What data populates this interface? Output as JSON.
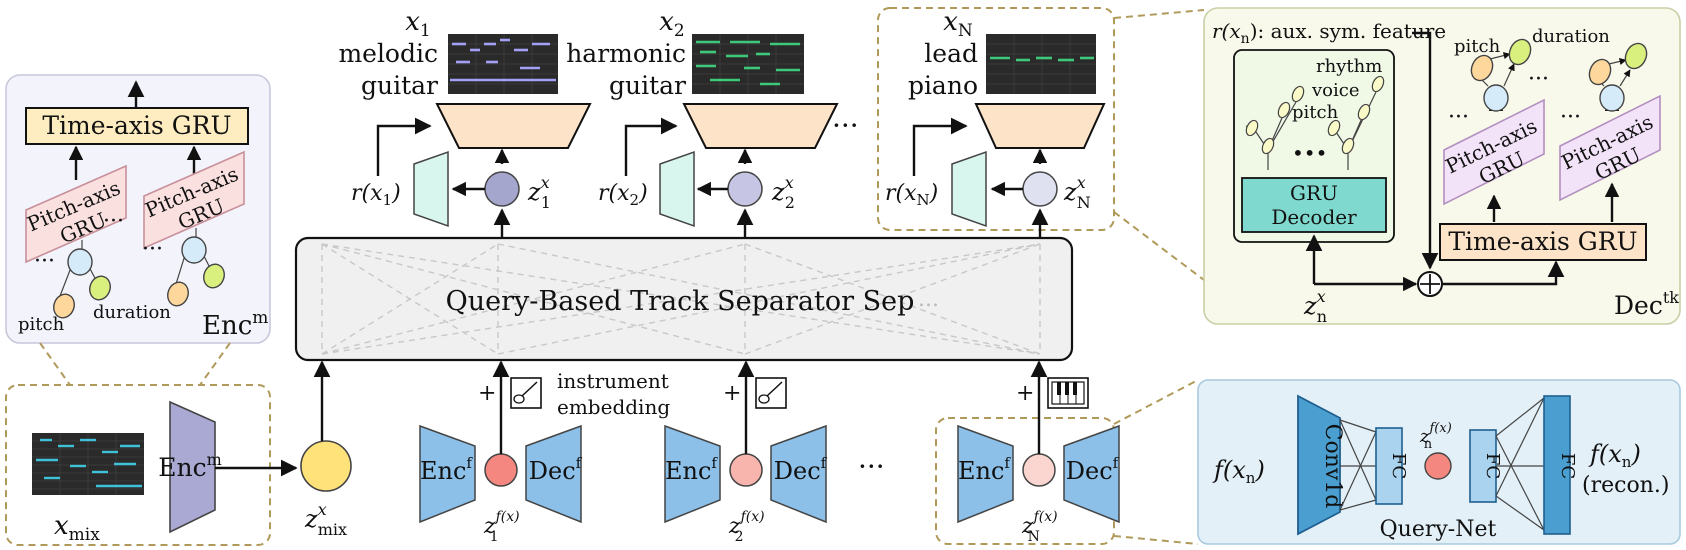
{
  "separator": {
    "label": "Query-Based Track Separator Sep",
    "ellipsis": "..."
  },
  "tracks": [
    {
      "x_main": "x",
      "x_sub": "1",
      "label_line1": "melodic",
      "label_line2": "guitar",
      "r_fn": "r(x",
      "r_sub": "1",
      "z_main": "z",
      "z_sub": "1",
      "z_sup": "x",
      "f_sub": "1",
      "f_sup": "f(x)"
    },
    {
      "x_main": "x",
      "x_sub": "2",
      "label_line1": "harmonic",
      "label_line2": "guitar",
      "r_fn": "r(x",
      "r_sub": "2",
      "z_main": "z",
      "z_sub": "2",
      "z_sup": "x",
      "f_sub": "2",
      "f_sup": "f(x)"
    },
    {
      "x_main": "x",
      "x_sub": "N",
      "label_line1": "lead",
      "label_line2": "piano",
      "r_fn": "r(x",
      "r_sub": "N",
      "z_main": "z",
      "z_sub": "N",
      "z_sup": "x",
      "f_sub": "N",
      "f_sup": "f(x)"
    }
  ],
  "top_ellipsis": "···",
  "bottom_ellipsis": "···",
  "enc_f": {
    "main": "Enc",
    "sup": "f"
  },
  "dec_f": {
    "main": "Dec",
    "sup": "f"
  },
  "plus": "+",
  "instrument_embedding": {
    "line1": "instrument",
    "line2": "embedding"
  },
  "enc_m_panel": {
    "gru": "Time-axis GRU",
    "pitch_axis_line1": "Pitch-axis",
    "pitch_axis_line2": "GRU",
    "dots": "···",
    "pitch": "pitch",
    "duration": "duration",
    "name_main": "Enc",
    "name_sup": "m"
  },
  "mix_box": {
    "x_main": "x",
    "x_sub": "mix",
    "enc_main": "Enc",
    "enc_sup": "m",
    "z_main": "z",
    "z_sup": "x",
    "z_sub": "mix"
  },
  "dec_tk_panel": {
    "r_label": "r(x",
    "r_sub": "n",
    "r_rest": "): aux. sym. feature",
    "rhythm": "rhythm",
    "voice": "voice",
    "pitch_small": "pitch",
    "dots": "•••",
    "gru_dec_line1": "GRU",
    "gru_dec_line2": "Decoder",
    "pitch": "pitch",
    "duration": "duration",
    "pitch_axis_line1": "Pitch-axis",
    "pitch_axis_line2": "GRU",
    "time_gru": "Time-axis GRU",
    "z_main": "z",
    "z_sub": "n",
    "z_sup": "x",
    "name_main": "Dec",
    "name_sup": "tk",
    "side_dots": "···"
  },
  "query_net_panel": {
    "f_in": "f(x",
    "f_in_sub": "n",
    "conv": "Conv1d",
    "fc": "FC",
    "z_main": "z",
    "z_sub": "n",
    "z_sup": "f(x)",
    "f_out": "f(x",
    "f_out_sub": "n",
    "recon": "(recon.)",
    "title": "Query-Net"
  },
  "colors": {
    "separator_fill": "#f0f0f0",
    "enc_m_panel_bg": "#f3f3fb",
    "dec_tk_panel_bg": "#f8f9ea",
    "query_net_bg": "#e3f0f8",
    "time_gru_fill": "#fdedc0",
    "pitch_gru_fill": "#fbe0e0",
    "dec_pitch_gru_fill": "#f3e3f8",
    "dec_time_gru_fill": "#fde3c8",
    "gru_decoder_fill": "#7fd9cf",
    "trapezoid_dec_fill": "#fde3c8",
    "aux_trap_fill": "#d8f5ee",
    "enc_m_fill": "#a9a9d3",
    "encf_fill": "#8cc0e8",
    "conv_fill": "#4b9fd0",
    "fc_fill": "#a9d3ee",
    "z_mix_fill": "#ffe27a",
    "zf1_fill": "#f4877f",
    "zf2_fill": "#f7b5ad",
    "zfN_fill": "#fbd6d0",
    "zx1_fill": "#a5a6ce",
    "zx2_fill": "#c6c6e4",
    "zxN_fill": "#dfe0f0",
    "dash_gold": "#b09a5a",
    "roll_green": "#3ec97a",
    "roll_purple": "#a3a0f5",
    "roll_cyan": "#3fc1d8"
  }
}
